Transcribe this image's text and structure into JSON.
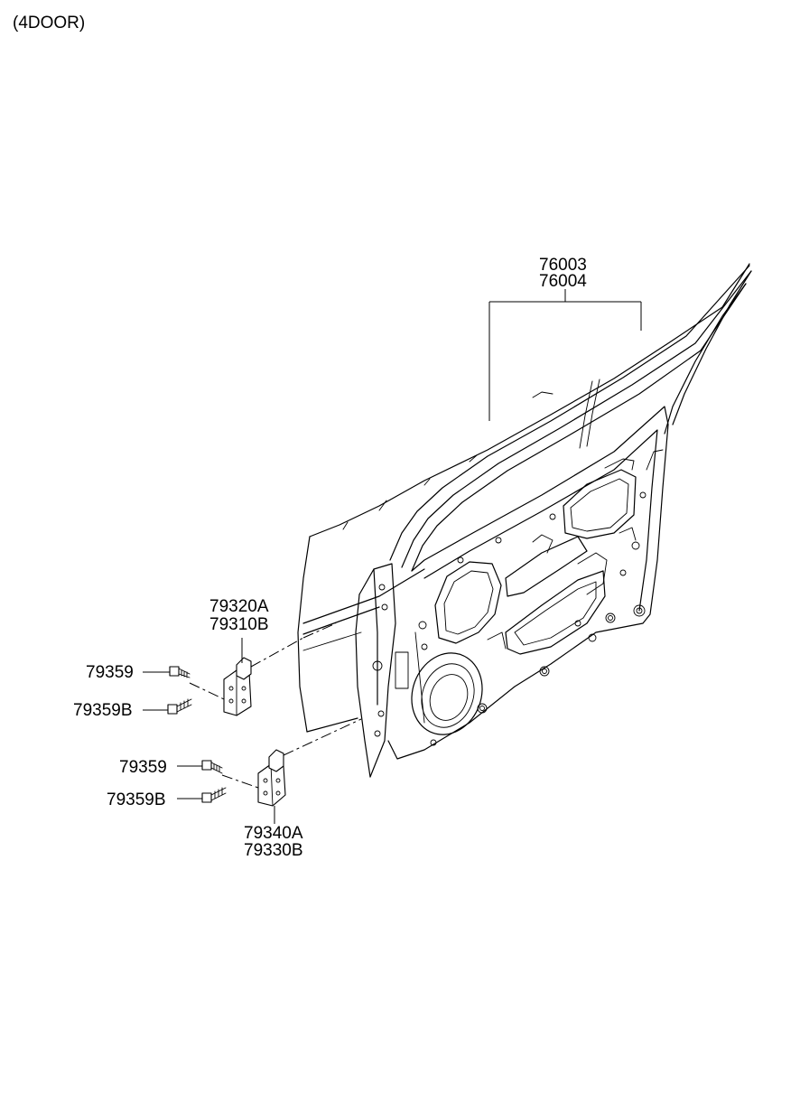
{
  "header": {
    "variant": "(4DOOR)"
  },
  "callouts": {
    "panel_a": "76003",
    "panel_b": "76004",
    "upper_hinge_a": "79320A",
    "upper_hinge_b": "79310B",
    "upper_bolt": "79359",
    "upper_bolt_b": "79359B",
    "lower_bolt": "79359",
    "lower_bolt_b": "79359B",
    "lower_hinge_a": "79340A",
    "lower_hinge_b": "79330B"
  },
  "icons": {
    "door_panel": "front-door-panel-drawing",
    "upper_hinge": "hinge-bracket-drawing",
    "lower_hinge": "hinge-bracket-drawing",
    "bolt": "bolt-drawing"
  }
}
